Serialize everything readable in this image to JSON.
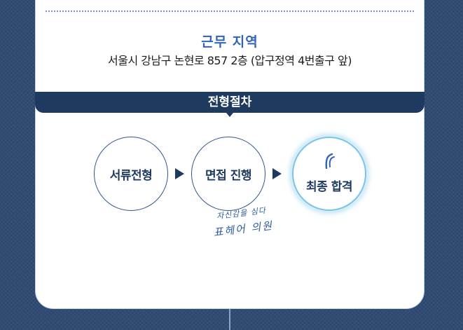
{
  "work_location": {
    "title": "근무 지역",
    "address": "서울시 강남구 논현로 857 2층 (압구정역 4번출구 앞)"
  },
  "process": {
    "title": "전형절차",
    "steps": [
      "서류전형",
      "면접 진행",
      "최종 합격"
    ]
  },
  "slogan": {
    "line1": "자신감을 심다",
    "line2": "표헤어 의원"
  },
  "icons": [
    "arrow-right-icon",
    "arrow-right-icon",
    "brand-logo-icon"
  ],
  "colors": {
    "background": "#2d4a72",
    "banner": "#1f3a5f",
    "title_blue": "#2f64b8",
    "glow": "#7cc3e8"
  }
}
